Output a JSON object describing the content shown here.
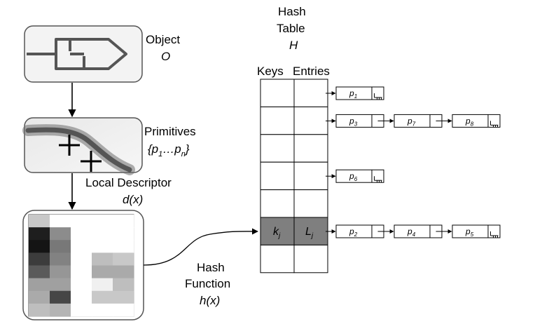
{
  "object": {
    "title": "Object",
    "symbol": "O"
  },
  "primitives": {
    "title": "Primitives",
    "set": "{p",
    "set_sub1": "1",
    "set_dots": "…p",
    "set_subn": "n",
    "set_close": "}"
  },
  "descriptor": {
    "title": "Local Descriptor",
    "expr": "d(x)"
  },
  "hash_function": {
    "line1": "Hash",
    "line2": "Function",
    "expr": "h(x)"
  },
  "hash_table": {
    "line1": "Hash",
    "line2": "Table",
    "symbol": "H",
    "keys_header": "Keys",
    "entries_header": "Entries",
    "highlight_key": "k",
    "highlight_key_sub": "j",
    "highlight_entry": "L",
    "highlight_entry_sub": "j",
    "row_count": 7,
    "highlight_row": 5,
    "highlight_color": "#7f7f7f"
  },
  "chains": [
    {
      "row": 0,
      "nodes": [
        {
          "p": "p",
          "sub": "1"
        }
      ]
    },
    {
      "row": 1,
      "nodes": [
        {
          "p": "p",
          "sub": "3"
        },
        {
          "p": "p",
          "sub": "7"
        },
        {
          "p": "p",
          "sub": "8"
        }
      ]
    },
    {
      "row": 3,
      "nodes": [
        {
          "p": "p",
          "sub": "6"
        }
      ]
    },
    {
      "row": 5,
      "nodes": [
        {
          "p": "p",
          "sub": "2"
        },
        {
          "p": "p",
          "sub": "4"
        },
        {
          "p": "p",
          "sub": "5"
        }
      ]
    }
  ],
  "descriptor_grid": {
    "rows": 8,
    "cols": 5,
    "values": [
      [
        200,
        255,
        255,
        255,
        255
      ],
      [
        30,
        140,
        255,
        255,
        255
      ],
      [
        20,
        120,
        255,
        255,
        255
      ],
      [
        60,
        130,
        255,
        190,
        200
      ],
      [
        90,
        150,
        255,
        170,
        170
      ],
      [
        160,
        160,
        255,
        240,
        190
      ],
      [
        170,
        70,
        255,
        200,
        200
      ],
      [
        190,
        180,
        255,
        255,
        255
      ]
    ]
  }
}
